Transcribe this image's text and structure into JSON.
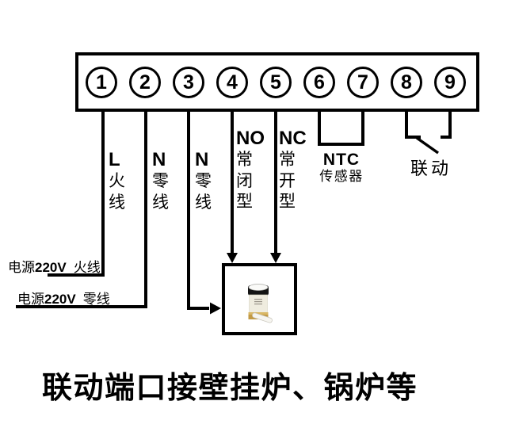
{
  "diagram": {
    "terminals": [
      "1",
      "2",
      "3",
      "4",
      "5",
      "6",
      "7",
      "8",
      "9"
    ],
    "columns": [
      {
        "letter": "L",
        "chars": [
          "火",
          "线"
        ]
      },
      {
        "letter": "N",
        "chars": [
          "零",
          "线"
        ]
      },
      {
        "letter": "N",
        "chars": [
          "零",
          "线"
        ]
      },
      {
        "letter": "NO",
        "chars": [
          "常",
          "闭",
          "型"
        ]
      },
      {
        "letter": "NC",
        "chars": [
          "常",
          "开",
          "型"
        ]
      }
    ],
    "ntc": {
      "line1": "NTC",
      "line2": "传感器"
    },
    "linkage": "联动",
    "power_live": {
      "prefix": "电源",
      "voltage": "220V",
      "suffix": "火线"
    },
    "power_neutral": {
      "prefix": "电源",
      "voltage": "220V",
      "suffix": "零线"
    },
    "title": "联动端口接壁挂炉、锅炉等",
    "colors": {
      "line": "#000000",
      "background": "#ffffff",
      "actuator_cap": "#141414",
      "actuator_body": "#efecdf",
      "actuator_brass": "#c29a45"
    }
  }
}
